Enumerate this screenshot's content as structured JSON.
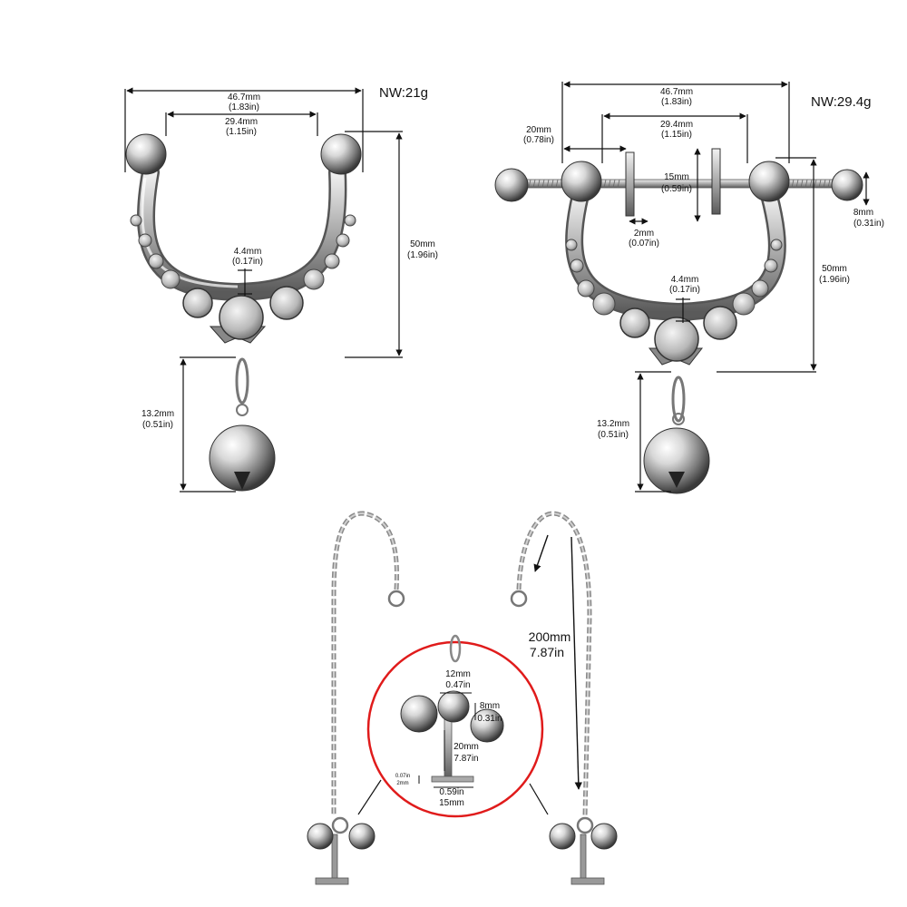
{
  "left_product": {
    "nw": "NW:21g",
    "width_outer": {
      "mm": "46.7mm",
      "in": "(1.83in)"
    },
    "width_inner": {
      "mm": "29.4mm",
      "in": "(1.15in)"
    },
    "bar_thickness": {
      "mm": "4.4mm",
      "in": "(0.17in)"
    },
    "height": {
      "mm": "50mm",
      "in": "(1.96in)"
    },
    "bell_drop": {
      "mm": "13.2mm",
      "in": "(0.51in)"
    }
  },
  "right_product": {
    "nw": "NW:29.4g",
    "width_outer": {
      "mm": "46.7mm",
      "in": "(1.83in)"
    },
    "width_inner": {
      "mm": "29.4mm",
      "in": "(1.15in)"
    },
    "screw_length": {
      "mm": "20mm",
      "in": "(0.78in)"
    },
    "plate_height": {
      "mm": "15mm",
      "in": "(0.59in)"
    },
    "plate_thickness": {
      "mm": "2mm",
      "in": "(0.07in)"
    },
    "ball_size": {
      "mm": "8mm",
      "in": "(0.31in)"
    },
    "bar_thickness": {
      "mm": "4.4mm",
      "in": "(0.17in)"
    },
    "height": {
      "mm": "50mm",
      "in": "(1.96in)"
    },
    "bell_drop": {
      "mm": "13.2mm",
      "in": "(0.51in)"
    }
  },
  "chain_product": {
    "chain_length": {
      "mm": "200mm",
      "in": "7.87in"
    },
    "detail": {
      "ball_width": {
        "mm": "12mm",
        "in": "0.47in"
      },
      "ball_size": {
        "mm": "8mm",
        "in": "0.31in"
      },
      "screw_length": {
        "mm": "20mm",
        "in": "7.87in"
      },
      "plate_thickness": {
        "in": "0.07in",
        "mm": "2mm"
      },
      "plate_width": {
        "in": "0.59in",
        "mm": "15mm"
      }
    }
  }
}
